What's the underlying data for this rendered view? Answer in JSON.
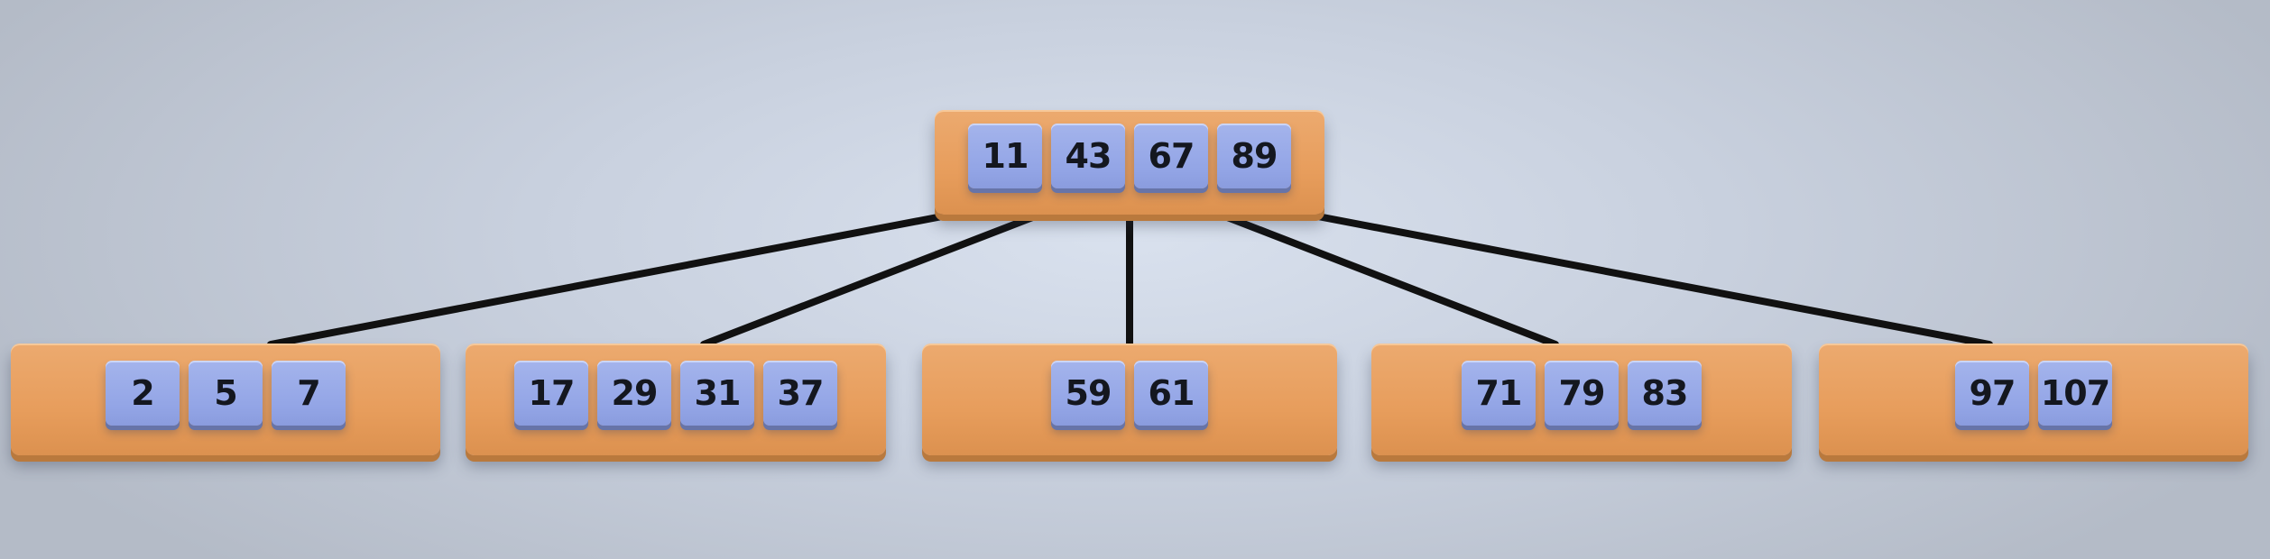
{
  "root": {
    "keys": [
      "11",
      "43",
      "67",
      "89"
    ]
  },
  "children": [
    {
      "keys": [
        "2",
        "5",
        "7"
      ]
    },
    {
      "keys": [
        "17",
        "29",
        "31",
        "37"
      ]
    },
    {
      "keys": [
        "59",
        "61"
      ]
    },
    {
      "keys": [
        "71",
        "79",
        "83"
      ]
    },
    {
      "keys": [
        "97",
        "107"
      ]
    }
  ],
  "colors": {
    "node_fill": "#e89e5e",
    "key_fill": "#97a8e8",
    "edge": "#111111",
    "text": "#14171f"
  }
}
